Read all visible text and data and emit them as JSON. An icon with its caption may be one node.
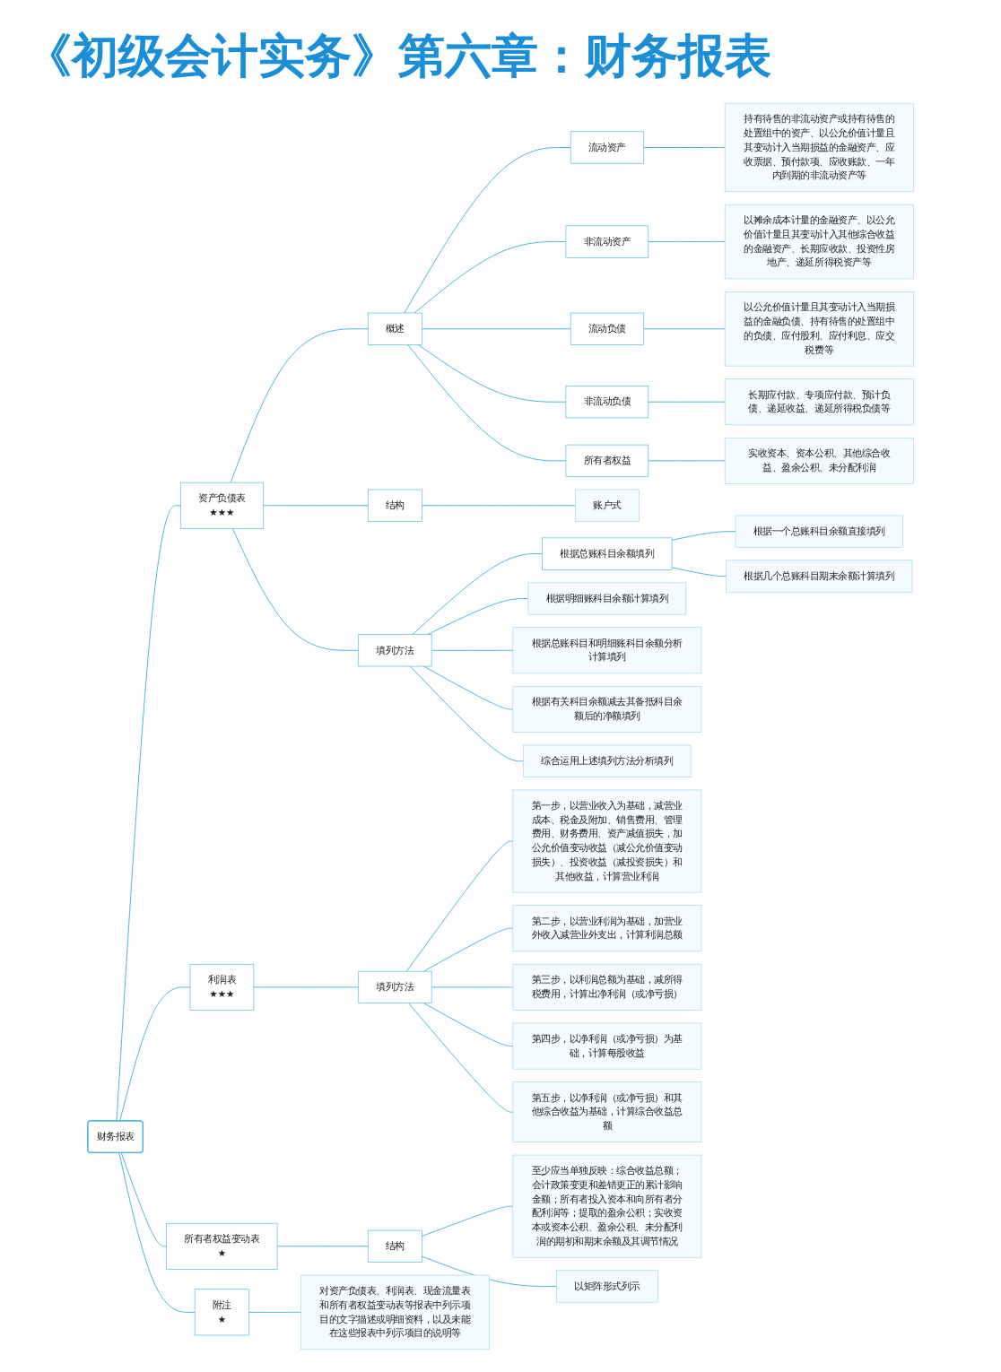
{
  "diagram": {
    "title": "《初级会计实务》第六章：财务报表",
    "nodes": [
      {
        "text": [
          "财务报表"
        ]
      },
      {
        "text": [
          "资产负债表",
          "★★★"
        ]
      },
      {
        "text": [
          "概述"
        ]
      },
      {
        "text": [
          "流动资产"
        ]
      },
      {
        "text": [
          "持有待售的非流动资产或持有待售的处置组中的资产、以公允价值计量且其变动计入当期损益的金融资产、应收票据、预付款项、应收账款、一年内到期的非流动资产等"
        ]
      },
      {
        "text": [
          "非流动资产"
        ]
      },
      {
        "text": [
          "以摊余成本计量的金融资产、以公允价值计量且其变动计入其他综合收益的金融资产、长期应收款、投资性房地产、递延所得税资产等"
        ]
      },
      {
        "text": [
          "流动负债"
        ]
      },
      {
        "text": [
          "以公允价值计量且其变动计入当期损益的金融负债、持有待售的处置组中的负债、应付股利、应付利息、应交税费等"
        ]
      },
      {
        "text": [
          "非流动负债"
        ]
      },
      {
        "text": [
          "长期应付款、专项应付款、预计负债、递延收益、递延所得税负债等"
        ]
      },
      {
        "text": [
          "所有者权益"
        ]
      },
      {
        "text": [
          "实收资本、资本公积、其他综合收益、盈余公积、未分配利润"
        ]
      },
      {
        "text": [
          "结构"
        ]
      },
      {
        "text": [
          "账户式"
        ]
      },
      {
        "text": [
          "填列方法"
        ]
      },
      {
        "text": [
          "根据总账科目余额填列"
        ]
      },
      {
        "text": [
          "根据一个总账科目余额直接填列"
        ]
      },
      {
        "text": [
          "根据几个总账科目期末余额计算填列"
        ]
      },
      {
        "text": [
          "根据明细账科目余额计算填列"
        ]
      },
      {
        "text": [
          "根据总账科目和明细账科目余额分析计算填列"
        ]
      },
      {
        "text": [
          "根据有关科目余额减去其备抵科目余额后的净额填列"
        ]
      },
      {
        "text": [
          "综合运用上述填列方法分析填列"
        ]
      },
      {
        "text": [
          "利润表",
          "★★★"
        ]
      },
      {
        "text": [
          "填列方法"
        ]
      },
      {
        "text": [
          "第一步，以营业收入为基础，减营业成本、税金及附加、销售费用、管理费用、财务费用、资产减值损失，加公允价值变动收益（减公允价值变动损失）、投资收益（减投资损失）和其他收益，计算营业利润"
        ]
      },
      {
        "text": [
          "第二步，以营业利润为基础，加营业外收入减营业外支出，计算利润总额"
        ]
      },
      {
        "text": [
          "第三步，以利润总额为基础，减所得税费用，计算出净利润（或净亏损）"
        ]
      },
      {
        "text": [
          "第四步，以净利润（或净亏损）为基础，计算每股收益"
        ]
      },
      {
        "text": [
          "第五步，以净利润（或净亏损）和其他综合收益为基础，计算综合收益总额"
        ]
      },
      {
        "text": [
          "所有者权益变动表",
          "★"
        ]
      },
      {
        "text": [
          "结构"
        ]
      },
      {
        "text": [
          "至少应当单独反映：综合收益总额；会计政策变更和差错更正的累计影响金额；所有者投入资本和向所有者分配利润等；提取的盈余公积；实收资本或资本公积、盈余公积、未分配利润的期初和期末余额及其调节情况"
        ]
      },
      {
        "text": [
          "以矩阵形式列示"
        ]
      },
      {
        "text": [
          "附注",
          "★"
        ]
      },
      {
        "text": [
          "对资产负债表、利润表、现金流量表和所有者权益变动表等报表中列示项目的文字描述或明细资料，以及未能在这些报表中列示项目的说明等"
        ]
      }
    ],
    "edges": [
      {
        "from": 0,
        "to": 1,
        "arrow": "none"
      },
      {
        "from": 1,
        "to": 2,
        "arrow": "none"
      },
      {
        "from": 2,
        "to": 3,
        "arrow": "none"
      },
      {
        "from": 3,
        "to": 4,
        "arrow": "none"
      },
      {
        "from": 2,
        "to": 5,
        "arrow": "none"
      },
      {
        "from": 5,
        "to": 6,
        "arrow": "none"
      },
      {
        "from": 2,
        "to": 7,
        "arrow": "none"
      },
      {
        "from": 7,
        "to": 8,
        "arrow": "none"
      },
      {
        "from": 2,
        "to": 9,
        "arrow": "none"
      },
      {
        "from": 9,
        "to": 10,
        "arrow": "none"
      },
      {
        "from": 2,
        "to": 11,
        "arrow": "none"
      },
      {
        "from": 11,
        "to": 12,
        "arrow": "none"
      },
      {
        "from": 1,
        "to": 13,
        "arrow": "none"
      },
      {
        "from": 13,
        "to": 14,
        "arrow": "none"
      },
      {
        "from": 1,
        "to": 15,
        "arrow": "none"
      },
      {
        "from": 15,
        "to": 16,
        "arrow": "none"
      },
      {
        "from": 16,
        "to": 17,
        "arrow": "none"
      },
      {
        "from": 16,
        "to": 18,
        "arrow": "none"
      },
      {
        "from": 15,
        "to": 19,
        "arrow": "none"
      },
      {
        "from": 15,
        "to": 20,
        "arrow": "none"
      },
      {
        "from": 15,
        "to": 21,
        "arrow": "none"
      },
      {
        "from": 15,
        "to": 22,
        "arrow": "none"
      },
      {
        "from": 0,
        "to": 23,
        "arrow": "none"
      },
      {
        "from": 23,
        "to": 24,
        "arrow": "none"
      },
      {
        "from": 24,
        "to": 25,
        "arrow": "none"
      },
      {
        "from": 24,
        "to": 26,
        "arrow": "none"
      },
      {
        "from": 24,
        "to": 27,
        "arrow": "none"
      },
      {
        "from": 24,
        "to": 28,
        "arrow": "none"
      },
      {
        "from": 24,
        "to": 29,
        "arrow": "none"
      },
      {
        "from": 0,
        "to": 30,
        "arrow": "none"
      },
      {
        "from": 30,
        "to": 31,
        "arrow": "none"
      },
      {
        "from": 31,
        "to": 32,
        "arrow": "none"
      },
      {
        "from": 31,
        "to": 33,
        "arrow": "none"
      },
      {
        "from": 0,
        "to": 34,
        "arrow": "none"
      },
      {
        "from": 34,
        "to": 35,
        "arrow": "none"
      }
    ]
  }
}
